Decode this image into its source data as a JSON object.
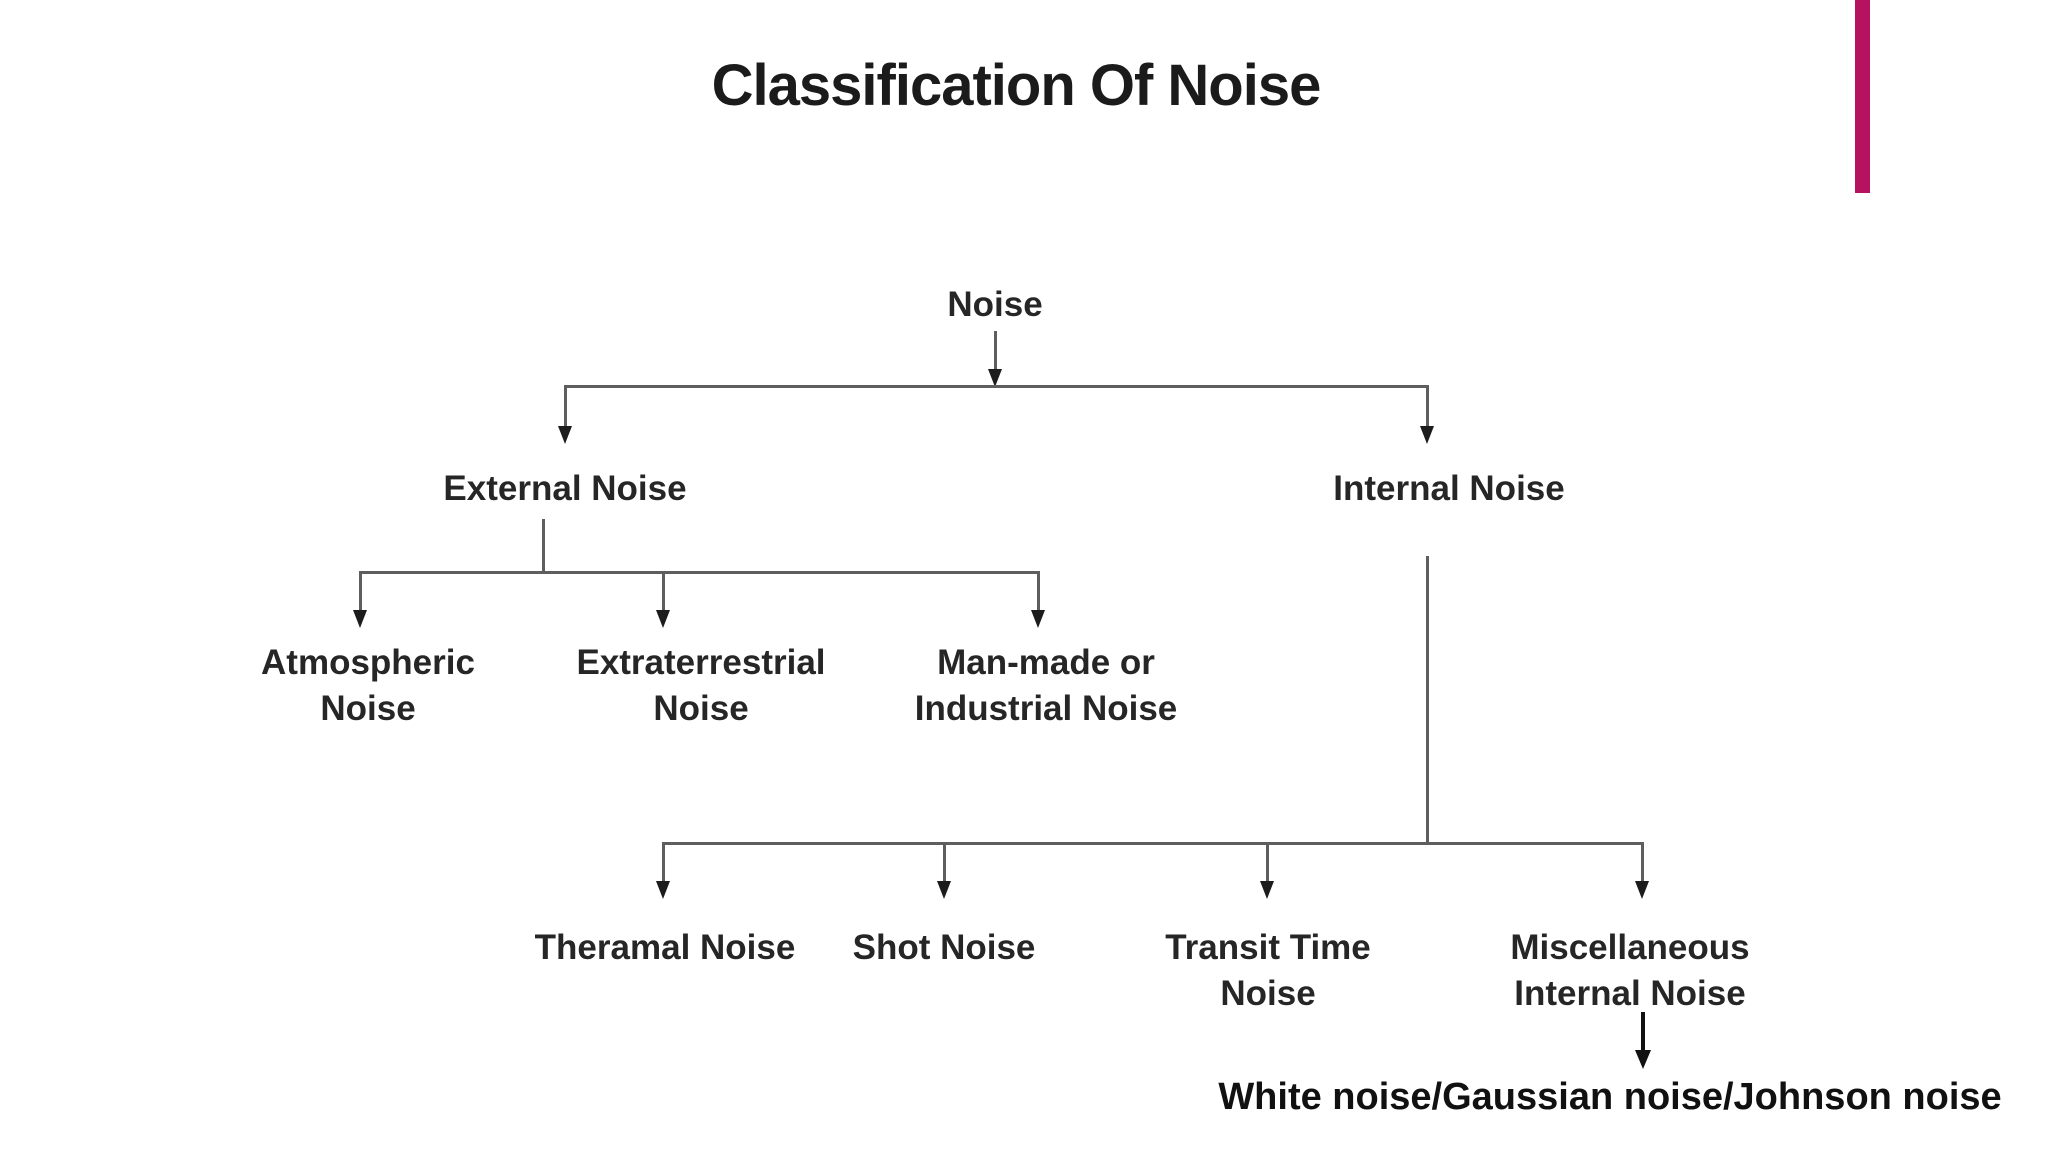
{
  "header": {
    "title": "Classification Of Noise"
  },
  "accent": {
    "bar_color": "#b5135f",
    "line_color": "#5e5e5e",
    "text_color": "#262626"
  },
  "tree": {
    "root": {
      "label": "Noise",
      "children": [
        {
          "label": "External Noise",
          "children": [
            {
              "label": "Atmospheric Noise"
            },
            {
              "label": "Extraterrestrial Noise"
            },
            {
              "label": "Man-made or Industrial Noise"
            }
          ]
        },
        {
          "label": "Internal Noise",
          "children": [
            {
              "label": "Theramal Noise"
            },
            {
              "label": "Shot Noise"
            },
            {
              "label": "Transit Time Noise"
            },
            {
              "label": "Miscellaneous Internal Noise",
              "children": [
                {
                  "label": "White noise/Gaussian noise/Johnson noise"
                }
              ]
            }
          ]
        }
      ]
    }
  }
}
